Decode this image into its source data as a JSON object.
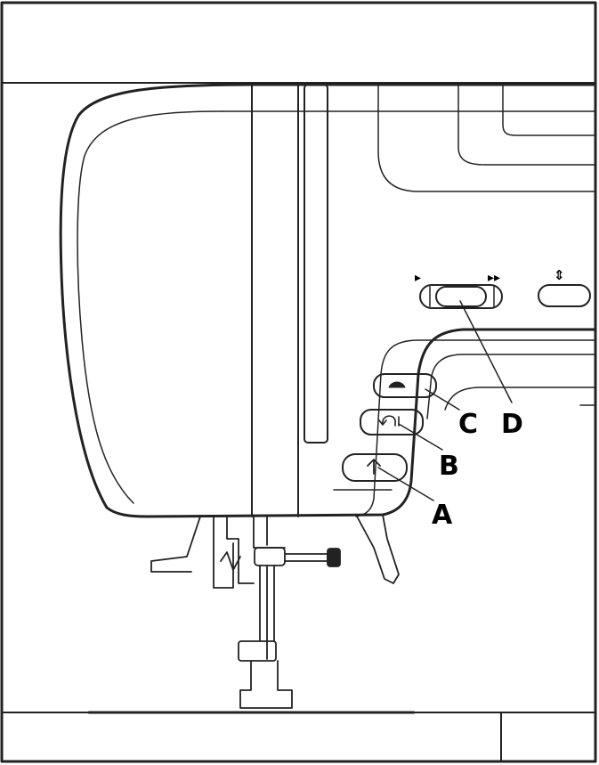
{
  "figure": {
    "line_color": "#222222",
    "background": "#ffffff"
  },
  "controls": {
    "speed_slider": {
      "slow_symbol": "▸",
      "fast_symbol": "▸▸"
    },
    "needle_position_symbol": "⇕"
  },
  "callouts": [
    {
      "letter": "C"
    },
    {
      "letter": "D"
    },
    {
      "letter": "B"
    },
    {
      "letter": "A"
    }
  ],
  "buttons": [
    {
      "icon": "turtle-icon"
    },
    {
      "icon": "reverse-icon"
    },
    {
      "icon": "up-arrow-icon"
    }
  ]
}
